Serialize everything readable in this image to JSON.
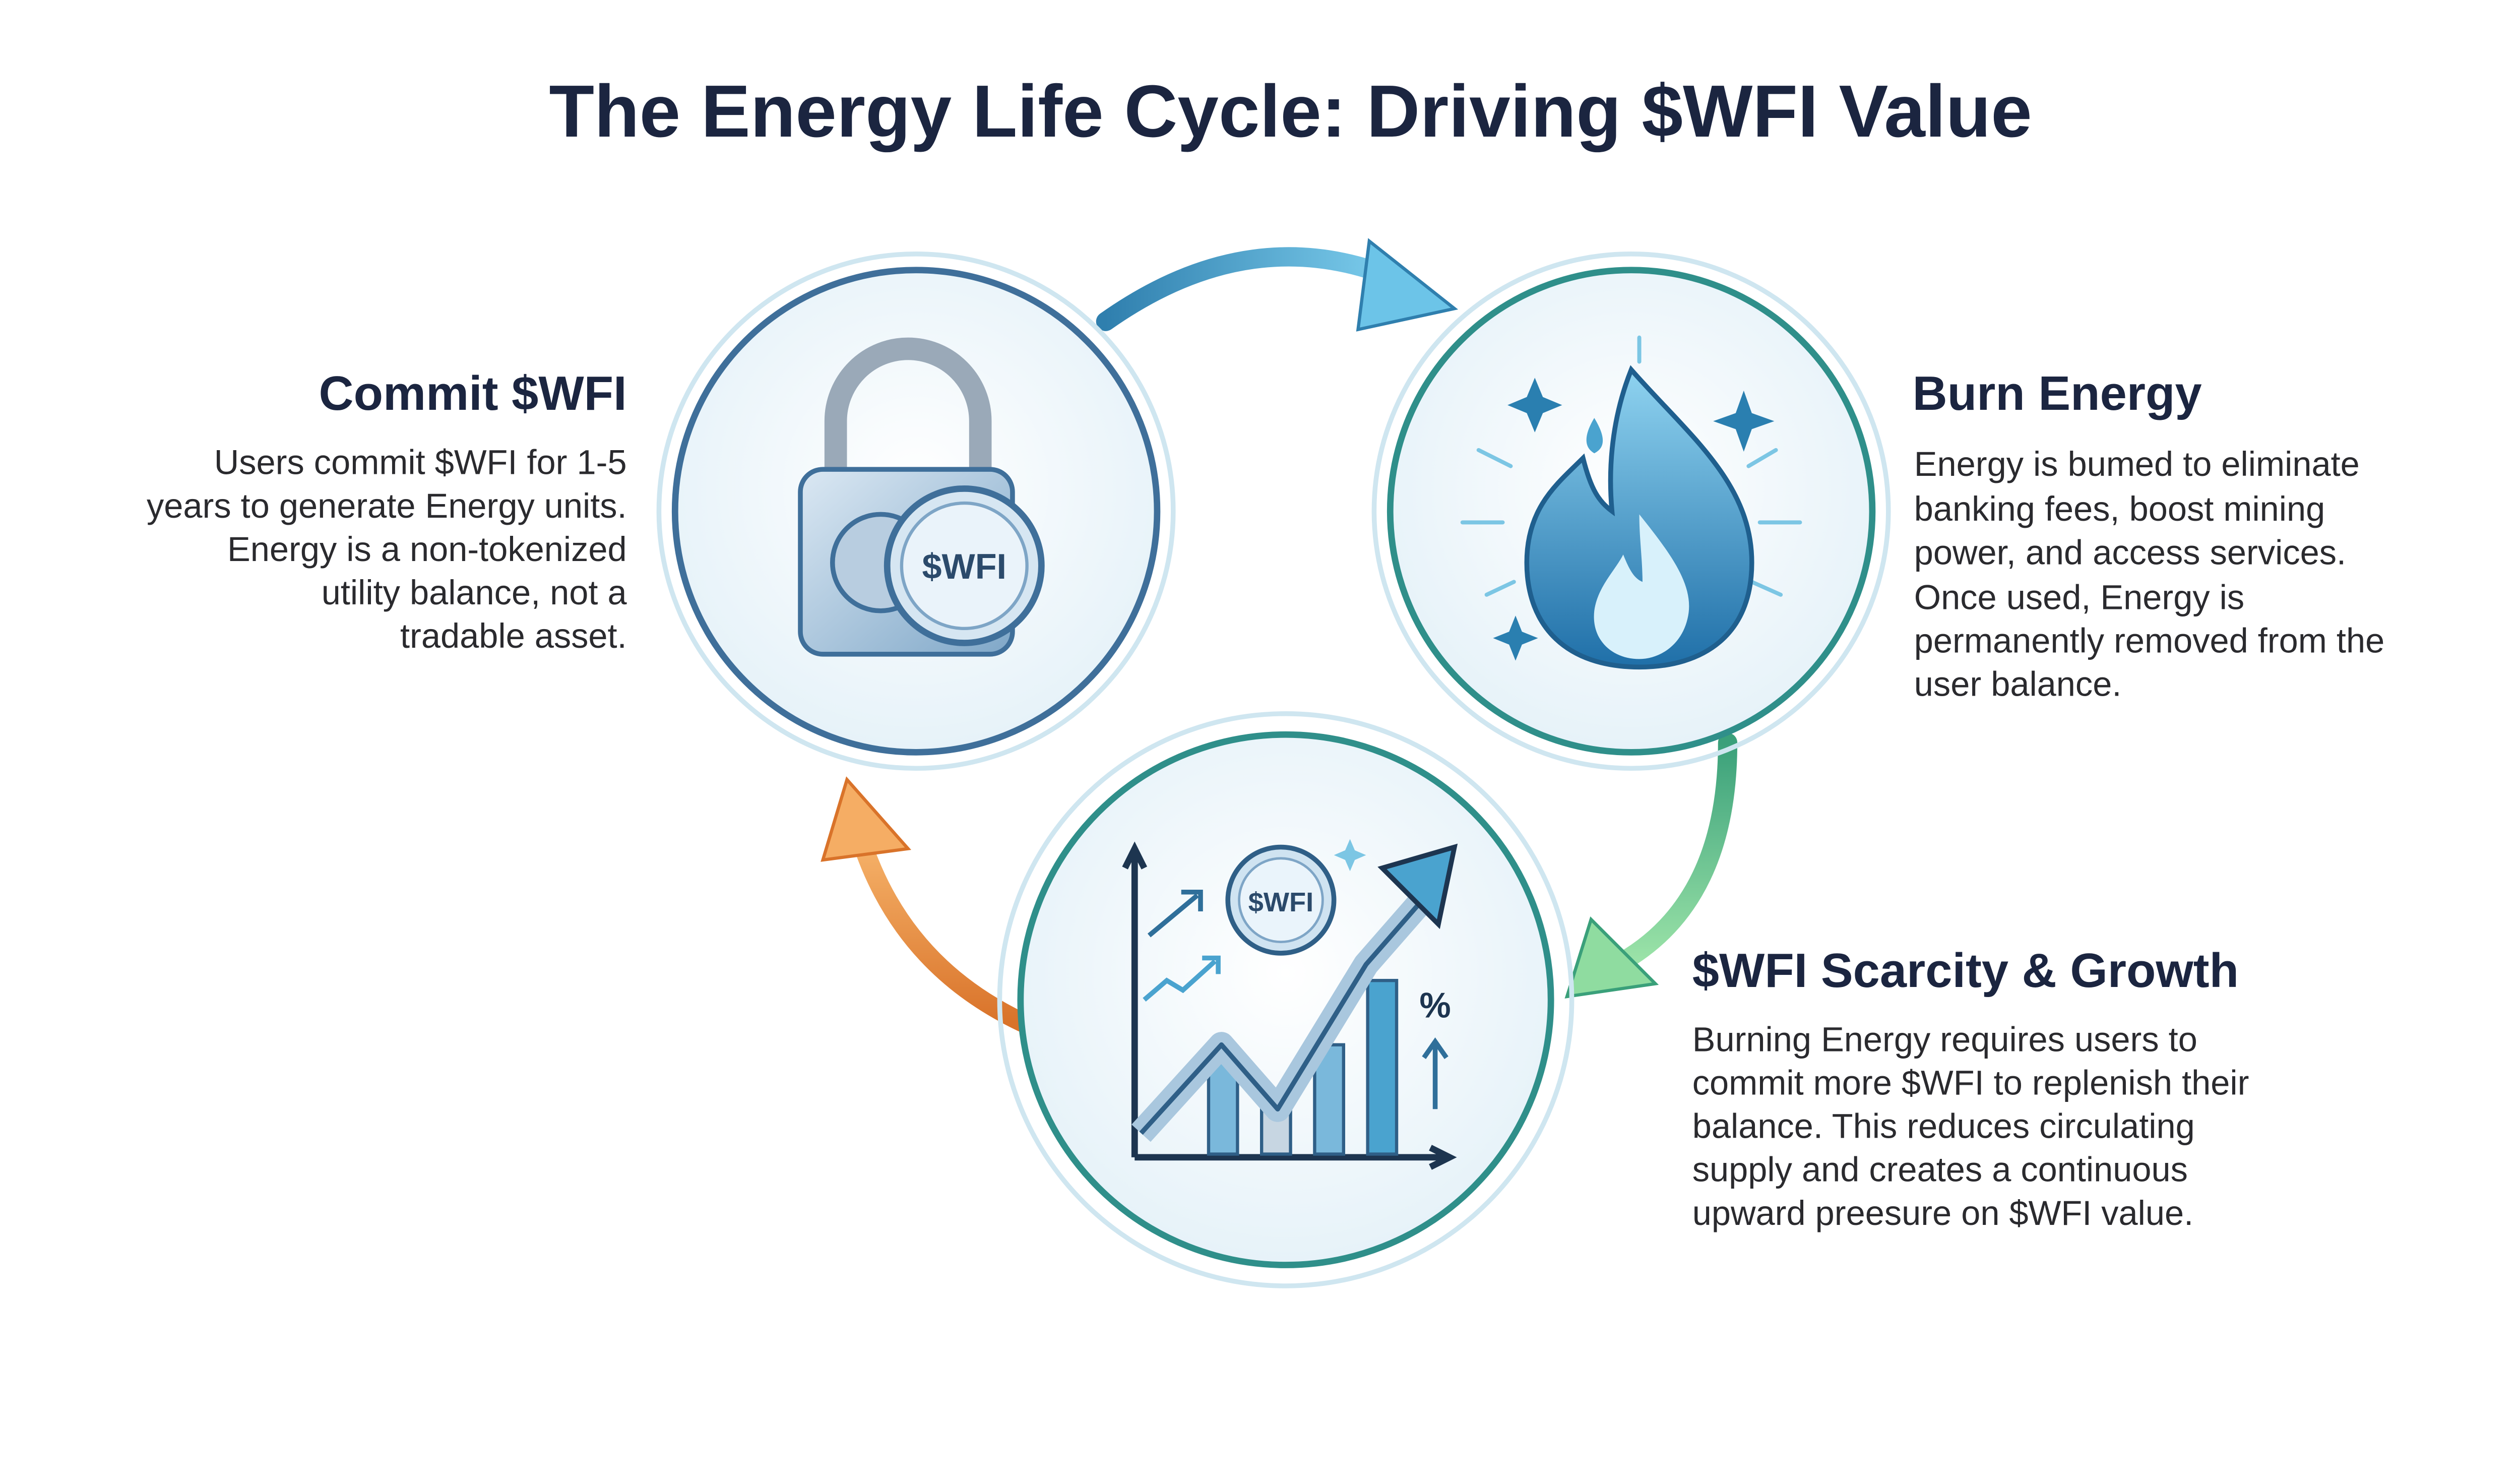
{
  "title": "The Energy Life Cycle: Driving $WFI Value",
  "steps": [
    {
      "heading": "Commit $WFI",
      "lines": [
        "Users commit $WFI for 1-5",
        "years to generate Energy units.",
        "Energy is a non-tokenized",
        "utility balance, not a",
        "tradable asset."
      ],
      "icon": "padlock-coin-icon",
      "coin_label": "$WFI"
    },
    {
      "heading": "Burn Energy",
      "lines": [
        "Energy is bumed to eliminate",
        "banking fees, boost mining",
        "power, and access services.",
        "Once used, Energy is",
        "permanently removed from the",
        "user balance."
      ],
      "icon": "flame-icon"
    },
    {
      "heading": "$WFI Scarcity & Growth",
      "lines": [
        "Burning Energy requires users to",
        "commit more $WFI to replenish their",
        "balance. This reduces circulating",
        "supply and creates a continuous",
        "upward preesure on $WFI value."
      ],
      "icon": "growth-chart-icon",
      "coin_label": "$WFI",
      "percent_label": "%"
    }
  ],
  "colors": {
    "title": "#1b2540",
    "arrow_blue": "#4aa3cf",
    "arrow_green": "#5cc08a",
    "arrow_orange": "#e98a3c",
    "ring": "#5aa6c4"
  }
}
